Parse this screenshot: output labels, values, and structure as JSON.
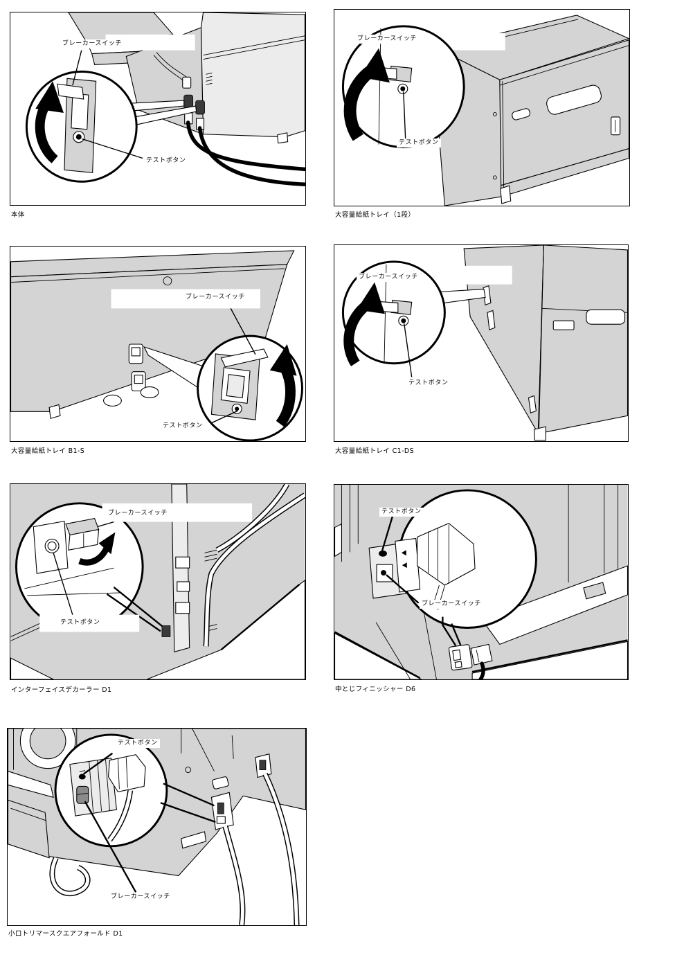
{
  "document": {
    "language": "ja",
    "background": "#ffffff",
    "description_labels": {
      "breaker_switch": "ブレーカースイッチ",
      "test_button": "テストボタン"
    }
  },
  "colors": {
    "machine_gray": "#d4d4d4",
    "line_black": "#000000",
    "paper_white": "#ffffff"
  },
  "icons": {
    "flip_up_arrow_icon": "thick curved flip-up arrow (solid black)",
    "magnifier_circle": "detail callout circle",
    "leader_line": "thin callout leader line"
  },
  "panels": [
    {
      "caption": "本体",
      "labels": {
        "breaker": "ブレーカースイッチ",
        "test": "テストボタン"
      }
    },
    {
      "caption": "大容量給紙トレイ（1段）",
      "labels": {
        "breaker": "ブレーカースイッチ",
        "test": "テストボタン"
      }
    },
    {
      "caption": "大容量給紙トレイ B1-S",
      "labels": {
        "breaker": "ブレーカースイッチ",
        "test": "テストボタン"
      }
    },
    {
      "caption": "大容量給紙トレイ C1-DS",
      "labels": {
        "breaker": "ブレーカースイッチ",
        "test": "テストボタン"
      }
    },
    {
      "caption": "インターフェイスデカーラー D1",
      "labels": {
        "breaker": "ブレーカースイッチ",
        "test": "テストボタン"
      }
    },
    {
      "caption": "中とじフィニッシャー D6",
      "labels": {
        "breaker": "ブレーカースイッチ",
        "test": "テストボタン"
      }
    },
    {
      "caption": "小口トリマースクエアフォールド D1",
      "labels": {
        "breaker": "ブレーカースイッチ",
        "test": "テストボタン"
      }
    }
  ]
}
